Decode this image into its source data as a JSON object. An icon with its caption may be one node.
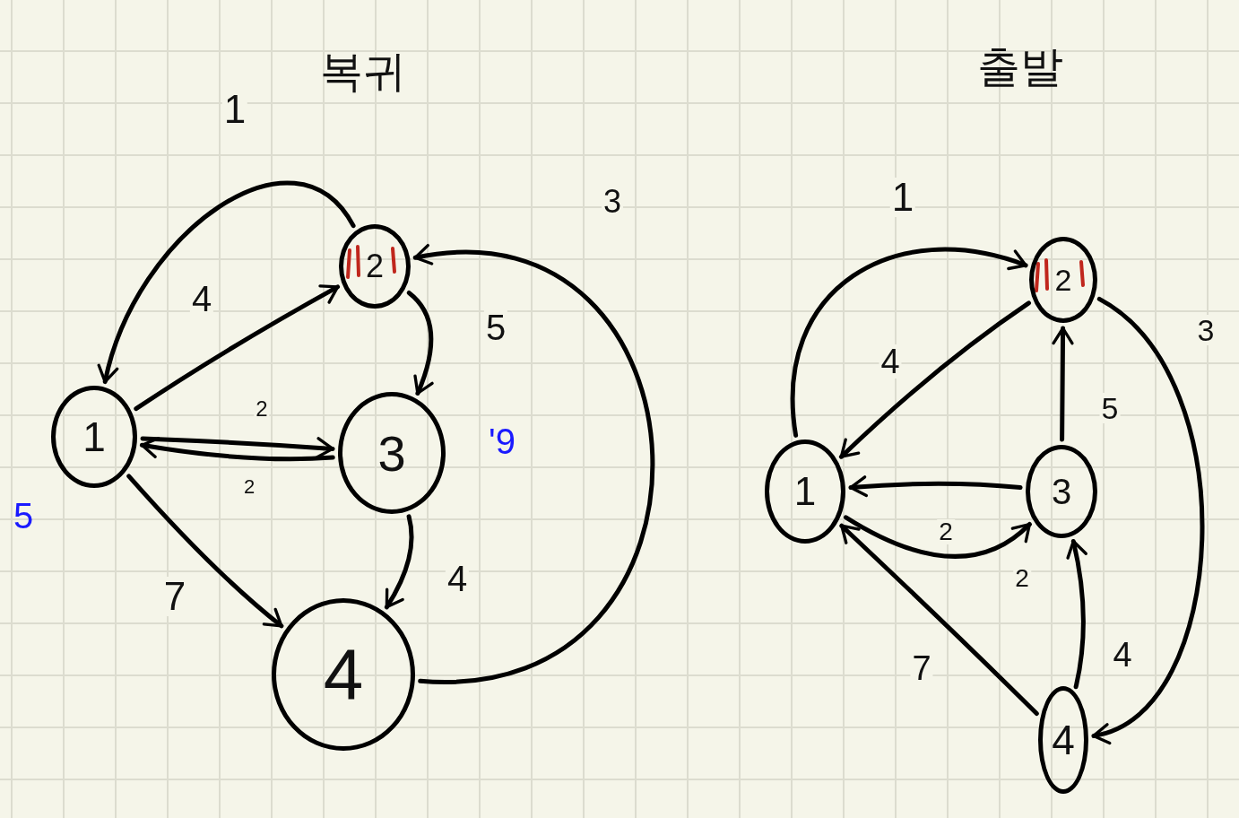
{
  "diagram": {
    "nodes": [
      {
        "text": [
          "1"
        ]
      },
      {
        "text": [
          "2"
        ]
      },
      {
        "text": [
          "3"
        ]
      },
      {
        "text": [
          "4"
        ]
      },
      {
        "text": [
          "1"
        ]
      },
      {
        "text": [
          "2"
        ]
      },
      {
        "text": [
          "3"
        ]
      },
      {
        "text": [
          "4"
        ]
      }
    ],
    "edges": [
      {
        "from": 1,
        "to": 0,
        "arrow": "to",
        "label": "1"
      },
      {
        "from": 0,
        "to": 1,
        "arrow": "to",
        "label": "4"
      },
      {
        "from": 1,
        "to": 2,
        "arrow": "to",
        "label": "5"
      },
      {
        "from": 0,
        "to": 2,
        "arrow": "to",
        "label": "2"
      },
      {
        "from": 2,
        "to": 0,
        "arrow": "to",
        "label": "2"
      },
      {
        "from": 2,
        "to": 3,
        "arrow": "to",
        "label": "4"
      },
      {
        "from": 0,
        "to": 3,
        "arrow": "to",
        "label": "7"
      },
      {
        "from": 3,
        "to": 1,
        "arrow": "to",
        "label": "3"
      },
      {
        "from": 4,
        "to": 5,
        "arrow": "to",
        "label": "1"
      },
      {
        "from": 5,
        "to": 4,
        "arrow": "to",
        "label": "4"
      },
      {
        "from": 6,
        "to": 5,
        "arrow": "to",
        "label": "5"
      },
      {
        "from": 6,
        "to": 4,
        "arrow": "to",
        "label": "2"
      },
      {
        "from": 4,
        "to": 6,
        "arrow": "to",
        "label": "2"
      },
      {
        "from": 7,
        "to": 6,
        "arrow": "to",
        "label": "4"
      },
      {
        "from": 7,
        "to": 4,
        "arrow": "to",
        "label": "7"
      },
      {
        "from": 5,
        "to": 7,
        "arrow": "to",
        "label": "3"
      }
    ],
    "labels": [
      "복귀",
      "출발",
      "5",
      "'9"
    ]
  }
}
